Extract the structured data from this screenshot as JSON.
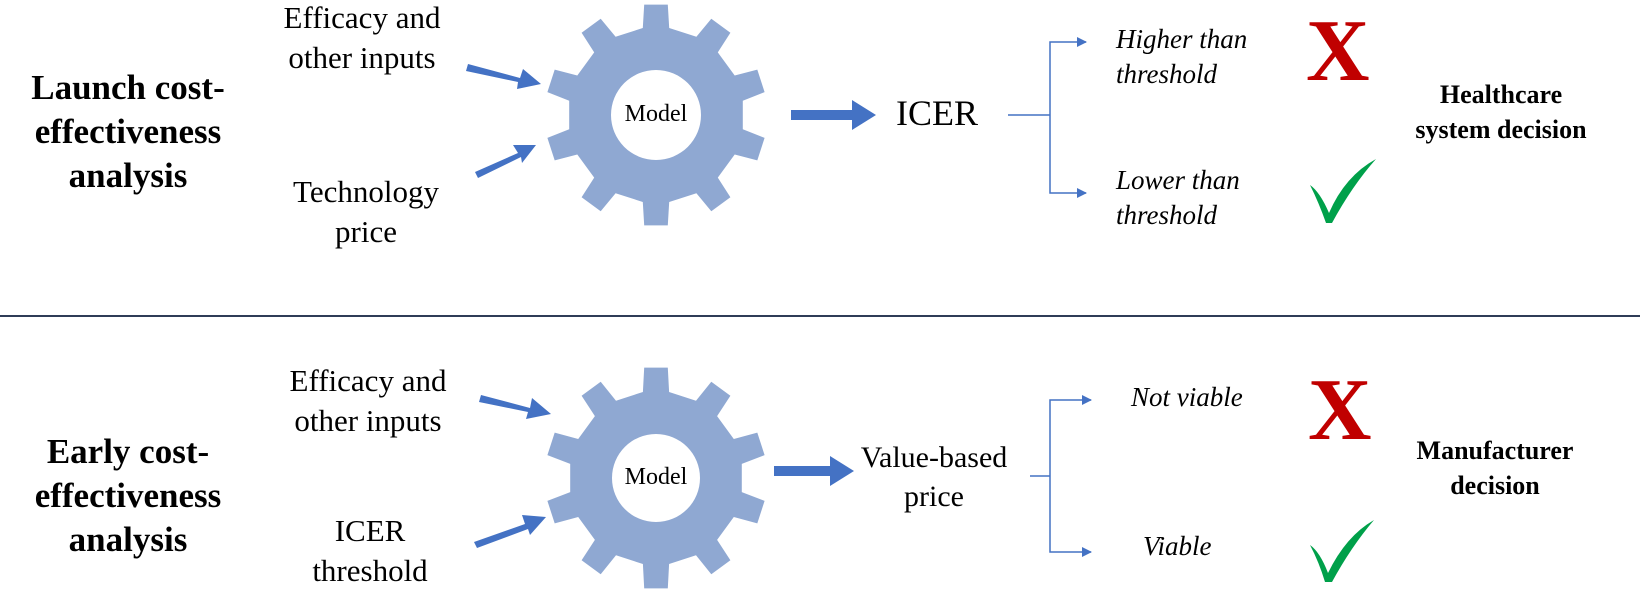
{
  "colors": {
    "arrow": "#4472c4",
    "gear": "#8fa8d2",
    "divider": "#2f3c57",
    "cross": "#c00000",
    "check": "#00a04a"
  },
  "top": {
    "title": [
      "Launch cost-",
      "effectiveness",
      "analysis"
    ],
    "input1": [
      "Efficacy and",
      "other inputs"
    ],
    "input2": [
      "Technology",
      "price"
    ],
    "gear_label": "Model",
    "output": "ICER",
    "branch_high": [
      "Higher than",
      "threshold"
    ],
    "branch_low": [
      "Lower than",
      "threshold"
    ],
    "high_mark": "X",
    "high_icon": "cross-icon",
    "low_icon": "check-icon",
    "decision": [
      "Healthcare",
      "system decision"
    ]
  },
  "bottom": {
    "title": [
      "Early cost-",
      "effectiveness",
      "analysis"
    ],
    "input1": [
      "Efficacy and",
      "other inputs"
    ],
    "input2": [
      "ICER",
      "threshold"
    ],
    "gear_label": "Model",
    "output": [
      "Value-based",
      "price"
    ],
    "branch_high": "Not viable",
    "branch_low": "Viable",
    "high_mark": "X",
    "high_icon": "cross-icon",
    "low_icon": "check-icon",
    "decision": [
      "Manufacturer",
      "decision"
    ]
  }
}
